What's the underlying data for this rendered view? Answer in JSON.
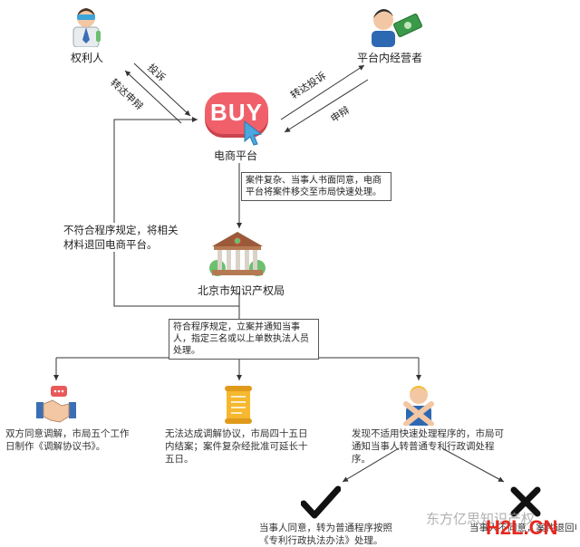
{
  "nodes": {
    "rights_holder": "权利人",
    "platform_operator": "平台内经营者",
    "ecommerce_platform": "电商平台",
    "buy_text": "BUY",
    "ip_office": "北京市知识产权局"
  },
  "edges": {
    "complaint_left": "投诉",
    "forward_defense_left": "转达申辩",
    "forward_complaint_right": "转达投诉",
    "defense_right": "申辩"
  },
  "notes": {
    "transfer_note": "案件复杂、当事人书面同意，电商平台将案件移交至市局快速处理。",
    "reject_note": "不符合程序规定，将相关材料退回电商平台。",
    "accept_note": "符合程序规定，立案并通知当事人，指定三名或以上单数执法人员处理。"
  },
  "outcomes": {
    "mediation_success": "双方同意调解，市局五个工作日制作《调解协议书》。",
    "mediation_fail": "无法达成调解协议，市局四十五日内结案；案件复杂经批准可延长十五日。",
    "not_applicable": "发现不适用快速处理程序的，市局可通知当事人转普通专利行政调处程序。",
    "agree_normal": "当事人同意，转为普通程序按照《专利行政执法办法》处理。",
    "disagree_return": "当事人不同意，案件退回电商平台处理。"
  },
  "watermark": {
    "text": "东方亿思知识产权",
    "logo": "H2L.CN"
  }
}
